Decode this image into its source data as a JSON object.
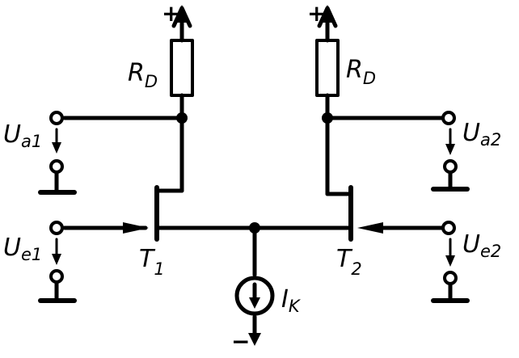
{
  "labels": {
    "supply_plus_left": "+",
    "supply_plus_right": "+",
    "supply_minus": "−",
    "rd_left": {
      "main": "R",
      "sub": "D"
    },
    "rd_right": {
      "main": "R",
      "sub": "D"
    },
    "ua1": {
      "main": "U",
      "sub": "a1"
    },
    "ua2": {
      "main": "U",
      "sub": "a2"
    },
    "ue1": {
      "main": "U",
      "sub": "e1"
    },
    "ue2": {
      "main": "U",
      "sub": "e2"
    },
    "t1": {
      "main": "T",
      "sub": "1"
    },
    "t2": {
      "main": "T",
      "sub": "2"
    },
    "ik": {
      "main": "I",
      "sub": "K"
    }
  },
  "colors": {
    "line": "#000000",
    "background": "#ffffff"
  }
}
